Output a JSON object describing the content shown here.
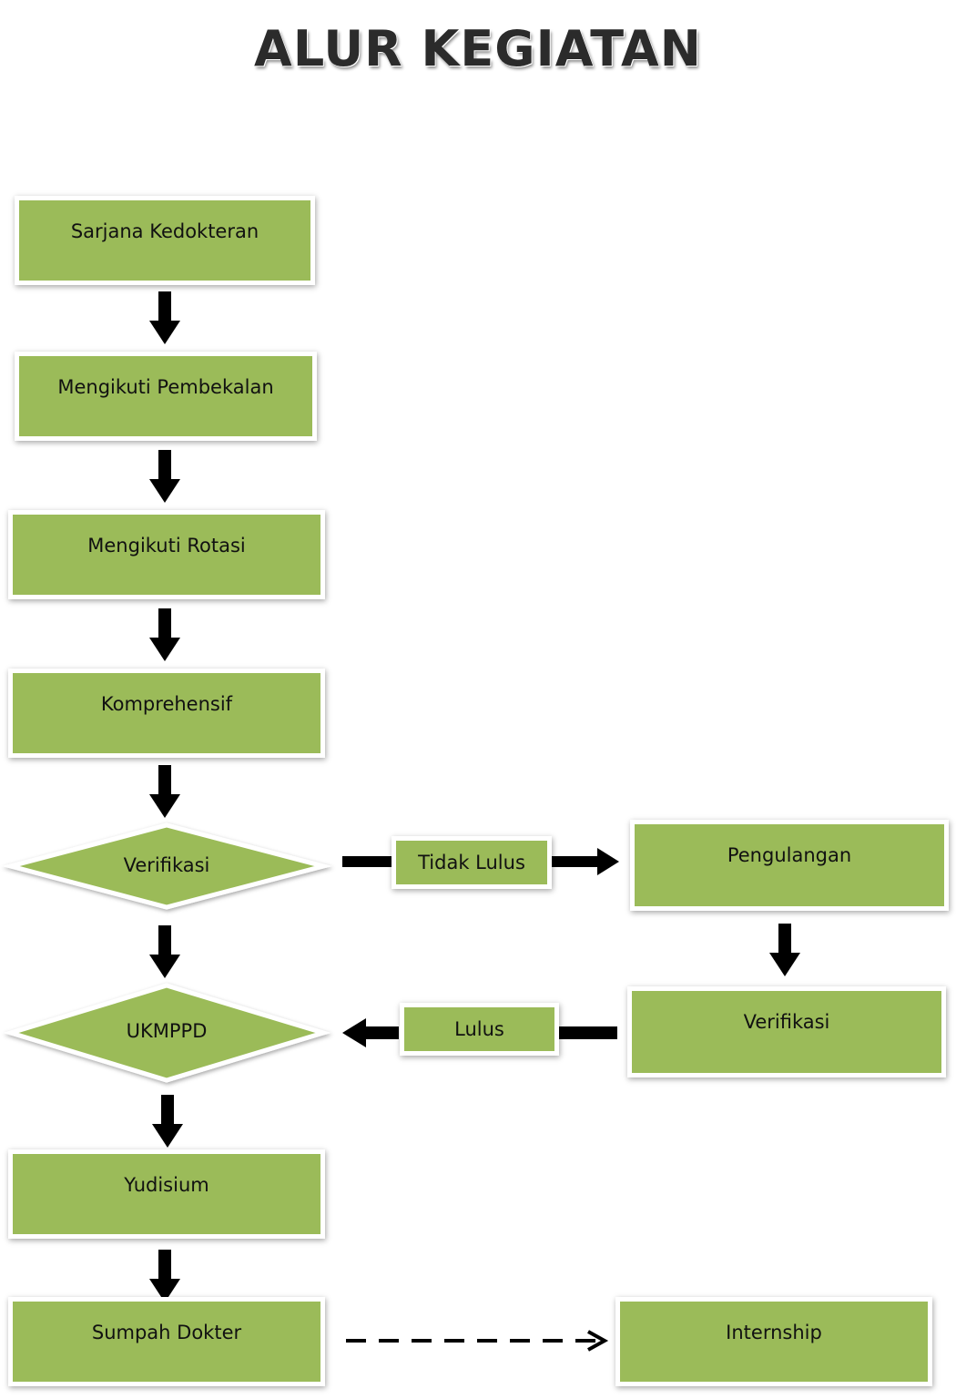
{
  "title": "ALUR KEGIATAN",
  "colors": {
    "node_fill": "#9bbb59",
    "node_border": "#ffffff",
    "arrow": "#000000"
  },
  "nodes": {
    "sarjana": "Sarjana Kedokteran",
    "pembekalan": "Mengikuti Pembekalan",
    "rotasi": "Mengikuti Rotasi",
    "komprehensif": "Komprehensif",
    "verifikasi_1": "Verifikasi",
    "ukmppd": "UKMPPD",
    "yudisium": "Yudisium",
    "sumpah": "Sumpah Dokter",
    "pengulangan": "Pengulangan",
    "verifikasi_2": "Verifikasi",
    "internship": "Internship"
  },
  "edge_labels": {
    "tidak_lulus": "Tidak Lulus",
    "lulus": "Lulus"
  }
}
